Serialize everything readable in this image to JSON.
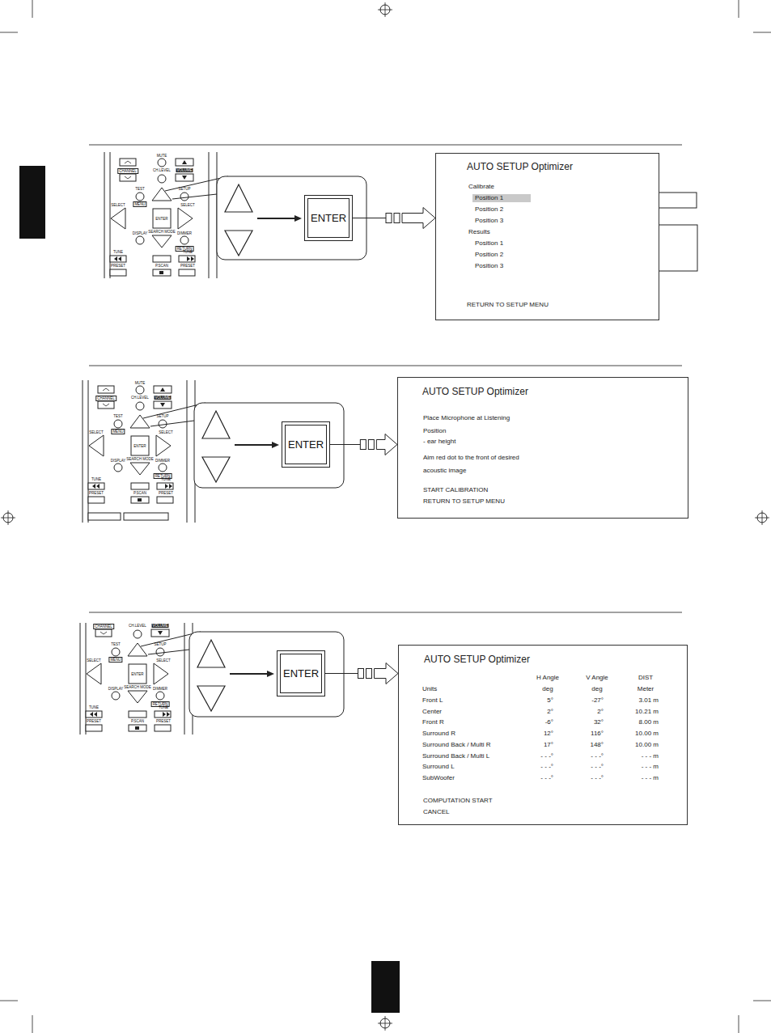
{
  "diagram": {
    "nodes": [
      {
        "text": [
          "ENTER"
        ]
      },
      {
        "text": [
          "AUTO SETUP Optimizer",
          "Calibrate",
          "Position 1",
          "Position 2",
          "Position 3",
          "Results",
          "Position 1",
          "Position 2",
          "Position 3",
          "RETURN TO SETUP MENU"
        ]
      },
      {
        "text": [
          "ENTER"
        ]
      },
      {
        "text": [
          "AUTO SETUP Optimizer",
          "Place Microphone at Listening Position",
          "- ear height",
          "Aim red dot to the front of desired acoustic image",
          "START CALIBRATION",
          "RETURN TO SETUP MENU"
        ]
      },
      {
        "text": [
          "ENTER"
        ]
      },
      {
        "text": [
          "AUTO SETUP Optimizer",
          "COMPUTATION START",
          "CANCEL"
        ]
      }
    ],
    "edges": [
      {
        "from": 0,
        "to": 1,
        "arrow": "to"
      },
      {
        "from": 2,
        "to": 3,
        "arrow": "to"
      },
      {
        "from": 4,
        "to": 5,
        "arrow": "to"
      }
    ],
    "labels": [
      "MUTE",
      "CHANNEL",
      "CH.LEVEL",
      "VOLUME",
      "TEST",
      "SETUP",
      "MENU",
      "SELECT",
      "SELECT",
      "ENTER",
      "DISPLAY",
      "SEARCH MODE",
      "DIMMER",
      "RETURN",
      "TUNE",
      "TUNE",
      "PRESET",
      "P.SCAN",
      "PRESET",
      "MUTE",
      "CHANNEL",
      "CH.LEVEL",
      "VOLUME",
      "TEST",
      "SETUP",
      "MENU",
      "SELECT",
      "SELECT",
      "ENTER",
      "DISPLAY",
      "SEARCH MODE",
      "DIMMER",
      "RETURN",
      "TUNE",
      "TUNE",
      "PRESET",
      "P.SCAN",
      "PRESET",
      "CHANNEL",
      "CH.LEVEL",
      "VOLUME",
      "TEST",
      "SETUP",
      "MENU",
      "SELECT",
      "SELECT",
      "ENTER",
      "DISPLAY",
      "SEARCH MODE",
      "DIMMER",
      "RETURN",
      "TUNE",
      "TUNE",
      "PRESET",
      "P.SCAN",
      "PRESET",
      "H Angle",
      "V Angle",
      "DIST",
      "Units",
      "deg",
      "deg",
      "Meter",
      "Front L",
      "5°",
      "-27°",
      "3.01 m",
      "Center",
      "2°",
      "2°",
      "10.21 m",
      "Front R",
      "-6°",
      "32°",
      "8.00 m",
      "Surround R",
      "12°",
      "116°",
      "10.00 m",
      "Surround Back / Multi R",
      "17°",
      "148°",
      "10.00 m",
      "Surround Back / Multi L",
      "- - -°",
      "- - -°",
      "- - - m",
      "Surround L",
      "- - -°",
      "- - -°",
      "- - - m",
      "SubWoofer",
      "- - -°",
      "- - -°",
      "- - - m"
    ]
  }
}
